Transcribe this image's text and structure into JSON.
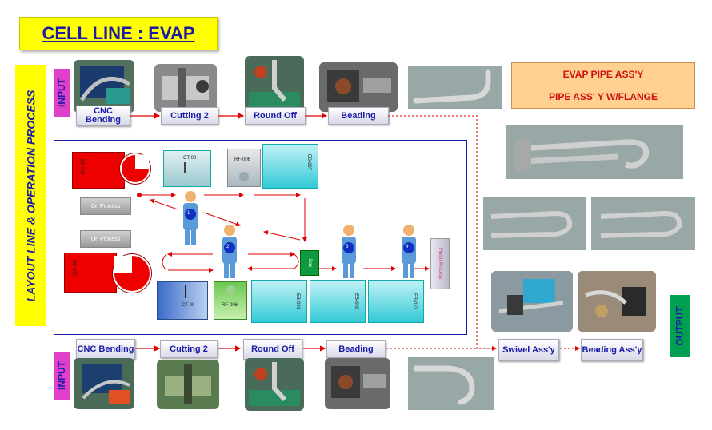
{
  "title": "CELL LINE : EVAP",
  "side_label": "LAYOUT  LINE & OPERATION  PROCESS",
  "input_label": "INPUT",
  "output_label": "OUTPUT",
  "top_process": [
    "CNC Bending",
    "Cutting 2",
    "Round Off",
    "Beading"
  ],
  "bottom_process": [
    "CNC Bending",
    "Cutting 2",
    "Round Off",
    "Beading"
  ],
  "output_process": [
    "Swivel Ass'y",
    "Beading Ass'y"
  ],
  "info": {
    "line1": "EVAP PIPE  ASS'Y",
    "line2": "PIPE ASS' Y W/FLANGE"
  },
  "layout": {
    "machines": {
      "bend1": "BE-001",
      "bend2": "BE-002",
      "ct_top": "CT-00",
      "rf_top": "RF-006",
      "eb_top": "EB-007",
      "ct_bot": "CT-00",
      "rf_bot": "RF-006",
      "eb_bot1": "EB-001",
      "eb_bot2": "EB-009",
      "eb_bot3": "EB-013"
    },
    "on_process_1": "On Process",
    "on_process_2": "On Process",
    "green_box": "Bas",
    "finish": "Finish Process",
    "operators": [
      "1",
      "2",
      "3",
      "4"
    ]
  },
  "colors": {
    "accent_blue": "#1a1aa8",
    "title_yellow": "#ffff00",
    "arrow_red": "#e00000"
  }
}
